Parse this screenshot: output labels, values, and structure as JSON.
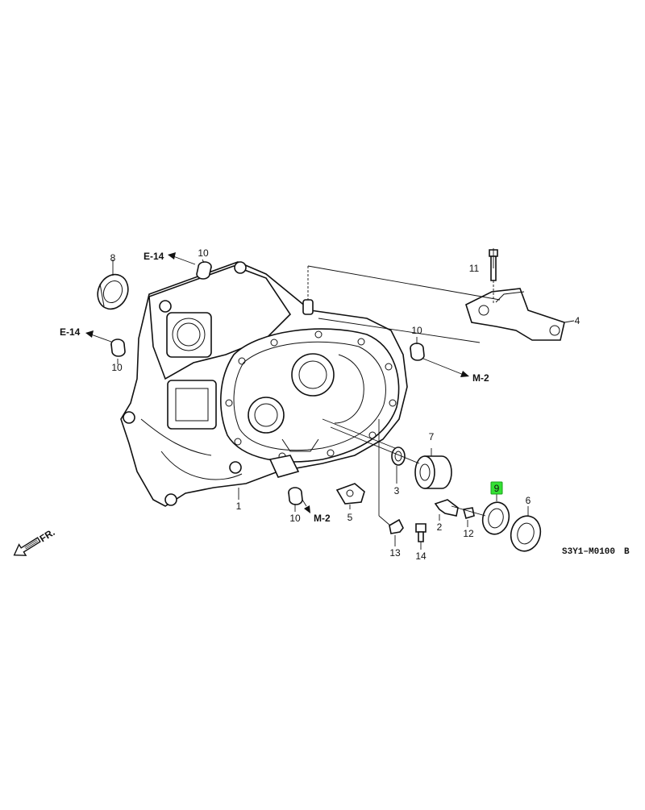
{
  "diagram_code": "S3Y1–M0100",
  "diagram_code_suffix": "B",
  "front_arrow_label": "FR.",
  "highlight_color": "#33dd33",
  "refs": {
    "e14_top": "E-14",
    "e14_left": "E-14",
    "m2_right": "M-2",
    "m2_bottom": "M-2"
  },
  "callouts": {
    "p1": "1",
    "p2": "2",
    "p3": "3",
    "p4": "4",
    "p5": "5",
    "p6": "6",
    "p7": "7",
    "p8": "8",
    "p9": "9",
    "p10a": "10",
    "p10b": "10",
    "p10c": "10",
    "p10d": "10",
    "p11": "11",
    "p12": "12",
    "p13": "13",
    "p14": "14"
  }
}
